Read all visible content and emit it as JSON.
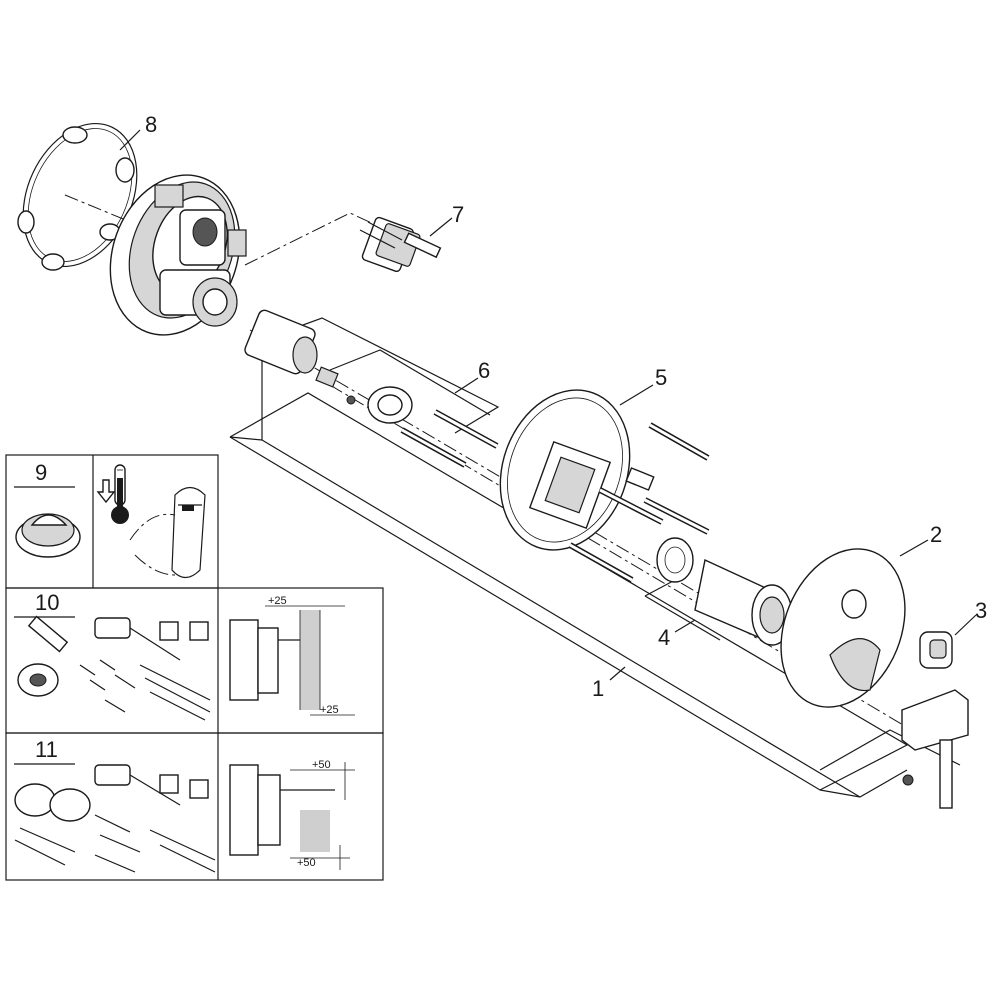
{
  "callouts": {
    "c1": "1",
    "c2": "2",
    "c3": "3",
    "c4": "4",
    "c5": "5",
    "c6": "6",
    "c7": "7",
    "c8": "8",
    "c9": "9",
    "c10": "10",
    "c11": "11"
  },
  "dimensions": {
    "d10_top": "+25",
    "d10_bottom": "+25",
    "d11_top": "+50",
    "d11_bottom": "+50"
  },
  "icons": {
    "thermometer": "thermometer-icon",
    "arrow_down": "arrow-down-icon",
    "handle": "handle-icon"
  }
}
